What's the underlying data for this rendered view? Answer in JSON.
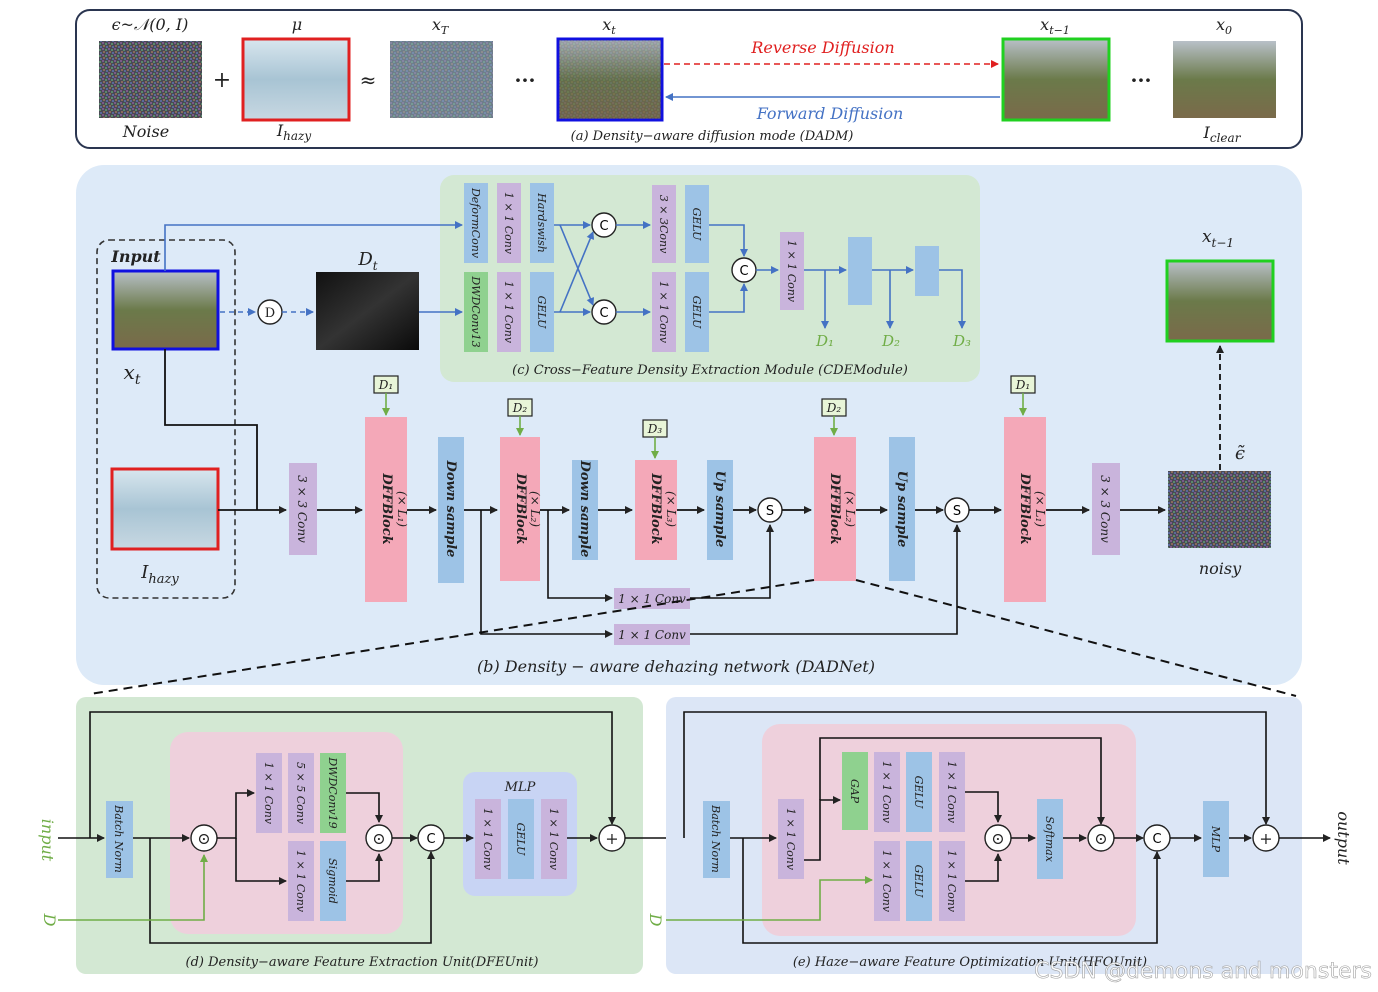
{
  "panel_a": {
    "noise_formula": "ϵ~𝒩(0, I)",
    "mu": "μ",
    "xT": "x",
    "xT_sub": "T",
    "dots": "···",
    "xt": "x",
    "xt_sub": "t",
    "xt1": "x",
    "xt1_sub": "t−1",
    "x0": "x",
    "x0_sub": "0",
    "noise_label": "Noise",
    "ihazy": "I",
    "ihazy_sub": "hazy",
    "iclear": "I",
    "iclear_sub": "clear",
    "plus": "+",
    "approx": "≈",
    "reverse": "Reverse Diffusion",
    "forward": "Forward Diffusion",
    "caption": "(a) Density−aware diffusion mode (DADM)"
  },
  "panel_b": {
    "input": "Input",
    "xt": "x",
    "xt_sub": "t",
    "ihazy": "I",
    "ihazy_sub": "hazy",
    "d_op": "D",
    "dt": "D",
    "dt_sub": "t",
    "conv33": "3 × 3 Conv",
    "dfb1": "DFFBlock",
    "dfb1_mult": "(× L₁)",
    "down1": "Down sample",
    "dfb2": "DFFBlock",
    "dfb2_mult": "(× L₂)",
    "down2": "Down sample",
    "dfb3": "DFFBlock",
    "dfb3_mult": "(× L₃)",
    "up1": "Up sample",
    "s": "S",
    "dfb4": "DFFBlock",
    "dfb4_mult": "(× L₂)",
    "up2": "Up sample",
    "dfb5": "DFFBlock",
    "dfb5_mult": "(× L₁)",
    "conv33_out": "3 × 3 Conv",
    "conv11_a": "1 × 1 Conv",
    "conv11_b": "1 × 1 Conv",
    "noisy": "noisy",
    "eps": "ϵ̃",
    "xt1": "x",
    "xt1_sub": "t−1",
    "d1": "D₁",
    "d2": "D₂",
    "d3": "D₃",
    "caption": "(b) Density − aware dehazing network (DADNet)"
  },
  "panel_c": {
    "deform": "DeformConv",
    "conv11_1": "1 × 1 Conv",
    "hardswish": "Hardswish",
    "dwd13": "DWDConv13",
    "conv11_2": "1 × 1 Conv",
    "gelu1": "GELU",
    "c": "C",
    "conv33": "3 × 3Conv",
    "gelu2": "GELU",
    "conv11_3": "1 × 1 Conv",
    "gelu3": "GELU",
    "conv11_4": "1 × 1 Conv",
    "d1": "D₁",
    "d2": "D₂",
    "d3": "D₃",
    "caption": "(c) Cross−Feature Density Extraction Module (CDEModule)"
  },
  "panel_d": {
    "input": "input",
    "d": "D",
    "batch": "Batch Norm",
    "conv11a": "1 × 1 Conv",
    "conv55": "5 × 5 Conv",
    "dwd19": "DWDConv19",
    "conv11b": "1 × 1 Conv",
    "sigmoid": "Sigmoid",
    "dot": "⊙",
    "c": "C",
    "mlp": "MLP",
    "mlp_conv1": "1 × 1 Conv",
    "mlp_gelu": "GELU",
    "mlp_conv2": "1 × 1 Conv",
    "plus": "+",
    "caption": "(d) Density−aware Feature Extraction Unit(DFEUnit)"
  },
  "panel_e": {
    "d": "D",
    "batch": "Batch Norm",
    "conv11": "1 × 1 Conv",
    "gap": "GAP",
    "conv11a": "1 × 1 Conv",
    "gelu_a": "GELU",
    "conv11b": "1 × 1 Conv",
    "conv11c": "1 × 1 Conv",
    "gelu_b": "GELU",
    "conv11d": "1 × 1 Conv",
    "softmax": "Softmax",
    "mlp": "MLP",
    "output": "output",
    "caption": "(e) Haze−aware Feature Optimization Unit(HFOUnit)"
  },
  "watermark": "CSDN @demons and monsters",
  "colors": {
    "red": "#e02020",
    "blue": "#1010e0",
    "green": "#20d020",
    "arrow_blue": "#4472c4",
    "arrow_green": "#70ad47",
    "pink": "#f4a8b8",
    "purple": "#c9b4dc",
    "lightblue": "#9dc3e6",
    "green_block": "#8fd18f"
  }
}
